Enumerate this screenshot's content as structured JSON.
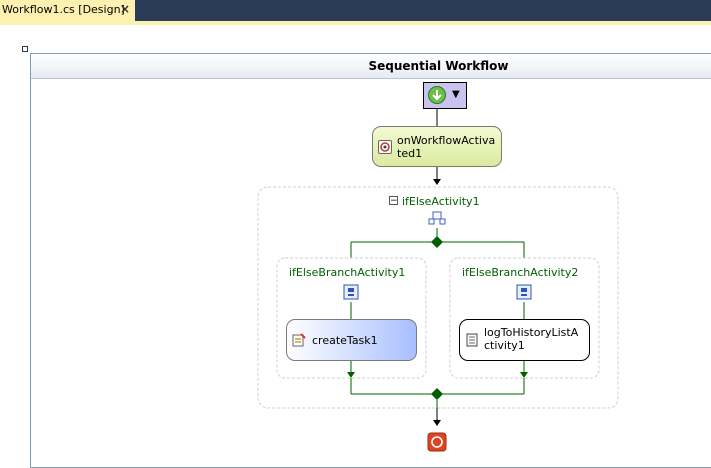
{
  "tab": {
    "title": "Workflow1.cs [Design]",
    "close_glyph": "×"
  },
  "workflow": {
    "title": "Sequential Workflow",
    "start": {
      "icon": "arrow-down-icon",
      "dropdown_glyph": "▼"
    },
    "activity1": {
      "label": "onWorkflowActivated1",
      "icon": "event-icon"
    },
    "if_else": {
      "label": "ifElseActivity1",
      "collapse_glyph": "−",
      "branches": [
        {
          "label": "ifElseBranchActivity1",
          "activity": "createTask1"
        },
        {
          "label": "ifElseBranchActivity2",
          "activity": "logToHistoryListActivity1"
        }
      ]
    },
    "end": {
      "icon": "stop-icon"
    }
  },
  "colors": {
    "tabbar": "#2b3c58",
    "tab": "#fdf1b2",
    "connector": "#006000",
    "activity_yellow": "#e6f2a6",
    "activity_blue": "#a8bfff",
    "stop": "#dd4422"
  }
}
